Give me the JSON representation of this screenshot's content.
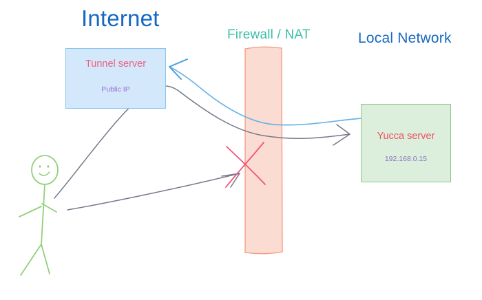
{
  "diagram": {
    "type": "network-topology",
    "background": "#ffffff",
    "zones": [
      {
        "id": "internet",
        "label": "Internet",
        "color": "#1668c1"
      },
      {
        "id": "firewall",
        "label": "Firewall / NAT",
        "color": "#3dbfa9"
      },
      {
        "id": "local",
        "label": "Local Network",
        "color": "#1668c1"
      }
    ],
    "nodes": [
      {
        "id": "tunnel-server",
        "label": "Tunnel server",
        "sublabel": "Public IP",
        "fill": "#d3e8fb",
        "border": "#8cc4ef",
        "label_color": "#ee5f82",
        "sublabel_color": "#9d6bd6"
      },
      {
        "id": "yucca-server",
        "label": "Yucca server",
        "sublabel": "192.168.0.15",
        "fill": "#dcefdc",
        "border": "#8cc98c",
        "label_color": "#ef4f5e",
        "sublabel_color": "#8b72c4"
      }
    ],
    "barrier": {
      "id": "firewall-bar",
      "fill": "#fbdcd2",
      "border": "#f5977c"
    },
    "actor": {
      "id": "user-stick-figure",
      "color": "#92d07a",
      "expression": "smiling"
    },
    "connections": [
      {
        "id": "tunnel-to-yucca-link",
        "color": "#69b3e7",
        "direction": "yucca-server-to-tunnel-server",
        "note": "outbound tunnel traversing firewall"
      },
      {
        "id": "user-via-tunnel-to-yucca",
        "color": "#767989",
        "direction": "user-to-yucca-server",
        "note": "allowed path through tunnel server"
      },
      {
        "id": "user-direct-blocked",
        "color": "#767989",
        "direction": "user-to-firewall",
        "note": "blocked direct path"
      }
    ],
    "markers": [
      {
        "id": "blocked-cross",
        "symbol": "x-mark",
        "color": "#f0537a",
        "meaning": "connection blocked by firewall"
      }
    ]
  }
}
